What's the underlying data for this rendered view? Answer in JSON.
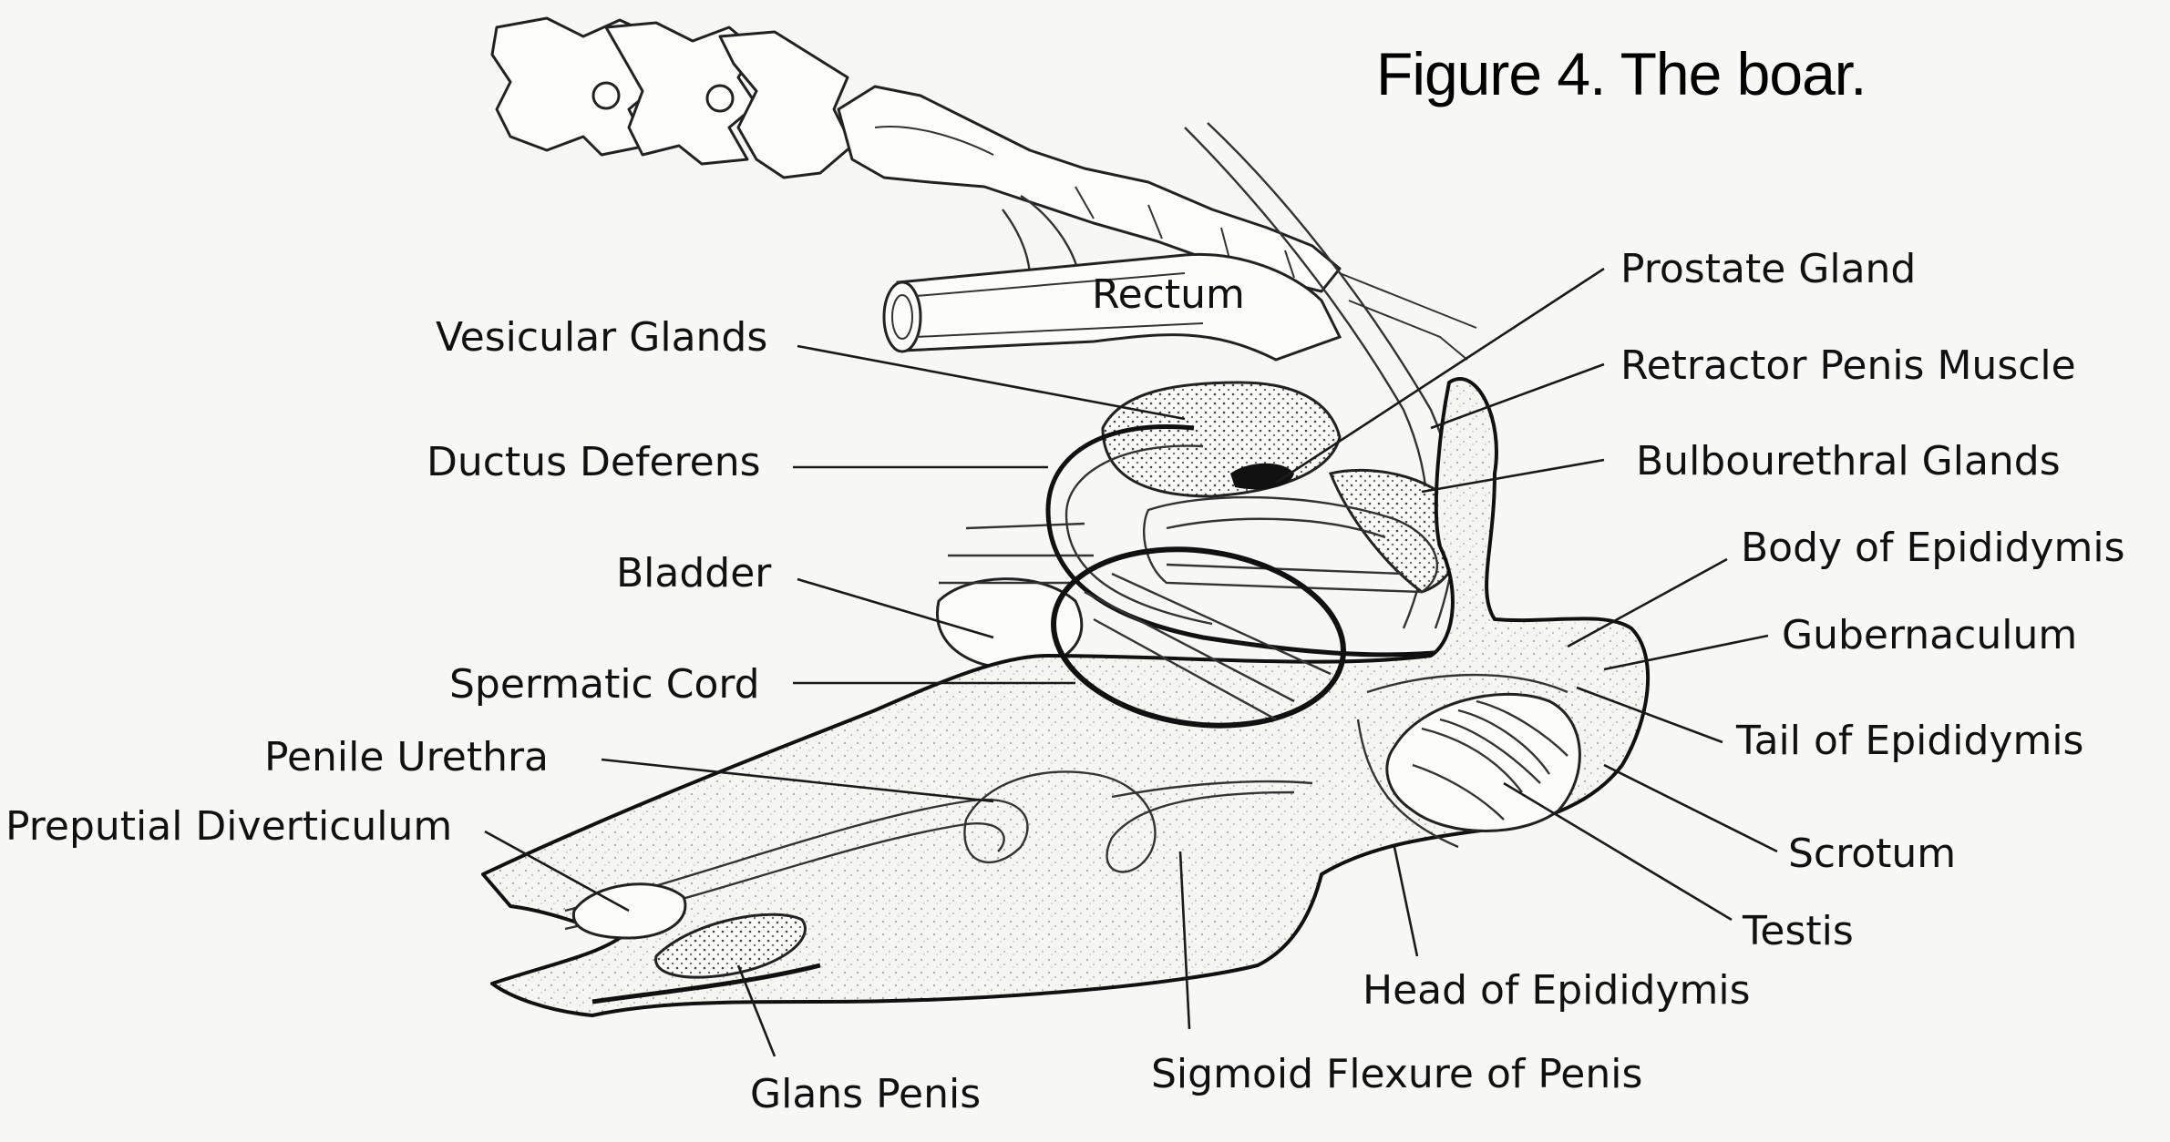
{
  "title": "Figure 4.  The boar.",
  "labels": {
    "rectum": "Rectum",
    "vesicular_glands": "Vesicular Glands",
    "ductus_deferens": "Ductus Deferens",
    "bladder": "Bladder",
    "spermatic_cord": "Spermatic Cord",
    "penile_urethra": "Penile Urethra",
    "preputial_diverticulum": "Preputial Diverticulum",
    "glans_penis": "Glans Penis",
    "sigmoid_flexure": "Sigmoid Flexure of Penis",
    "head_of_epididymis": "Head of Epididymis",
    "prostate_gland": "Prostate Gland",
    "retractor_penis_muscle": "Retractor Penis Muscle",
    "bulbourethral_glands": "Bulbourethral Glands",
    "body_of_epididymis": "Body of Epididymis",
    "gubernaculum": "Gubernaculum",
    "tail_of_epididymis": "Tail of Epididymis",
    "scrotum": "Scrotum",
    "testis": "Testis"
  }
}
